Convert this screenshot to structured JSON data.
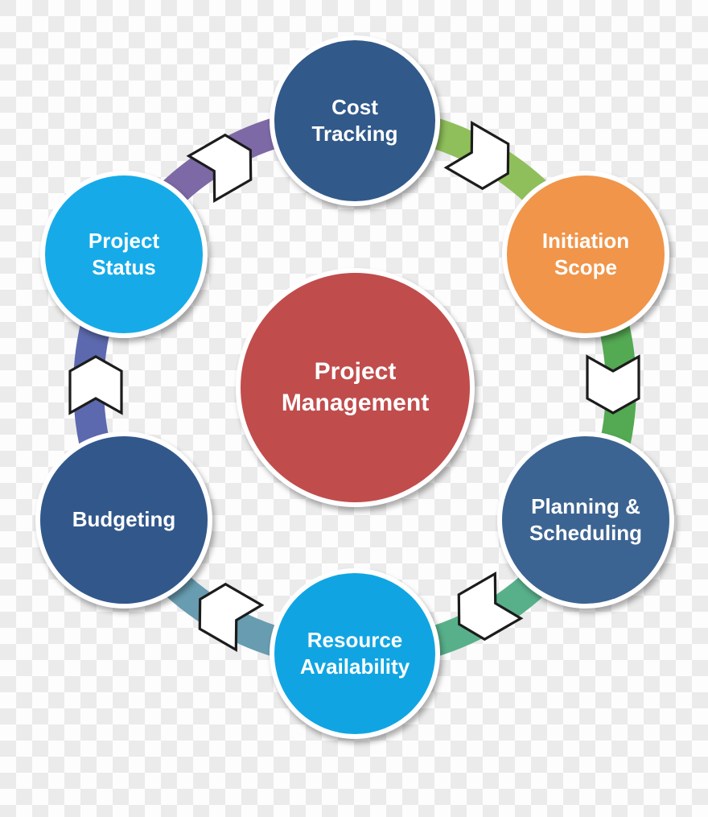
{
  "background": {
    "checker_light": "#fdfdfd",
    "checker_dark": "#ebebeb"
  },
  "center_node": {
    "id": "project-management",
    "lines": [
      "Project",
      "Management"
    ],
    "color": "#c14c4c",
    "text_color": "#ffffff"
  },
  "nodes": [
    {
      "id": "cost-tracking",
      "lines": [
        "Cost",
        "Tracking"
      ],
      "color": "#31598a"
    },
    {
      "id": "initiation-scope",
      "lines": [
        "Initiation",
        "Scope"
      ],
      "color": "#f0954a"
    },
    {
      "id": "planning-scheduling",
      "lines": [
        "Planning &",
        "Scheduling"
      ],
      "color": "#3c6492"
    },
    {
      "id": "resource-availability",
      "lines": [
        "Resource",
        "Availability"
      ],
      "color": "#10a5e2"
    },
    {
      "id": "budgeting",
      "lines": [
        "Budgeting"
      ],
      "color": "#32588b"
    },
    {
      "id": "project-status",
      "lines": [
        "Project",
        "Status"
      ],
      "color": "#16abe8"
    }
  ],
  "connectors": [
    {
      "from": "project-status",
      "to": "cost-tracking",
      "color": "#7d69a5"
    },
    {
      "from": "cost-tracking",
      "to": "initiation-scope",
      "color": "#8fbf5a"
    },
    {
      "from": "initiation-scope",
      "to": "planning-scheduling",
      "color": "#54a953"
    },
    {
      "from": "planning-scheduling",
      "to": "resource-availability",
      "color": "#58b08b"
    },
    {
      "from": "resource-availability",
      "to": "budgeting",
      "color": "#689cb0"
    },
    {
      "from": "budgeting",
      "to": "project-status",
      "color": "#5c69ae"
    }
  ],
  "arrows": {
    "fill": "#ffffff",
    "stroke": "#1c1c1c",
    "direction": "clockwise"
  }
}
